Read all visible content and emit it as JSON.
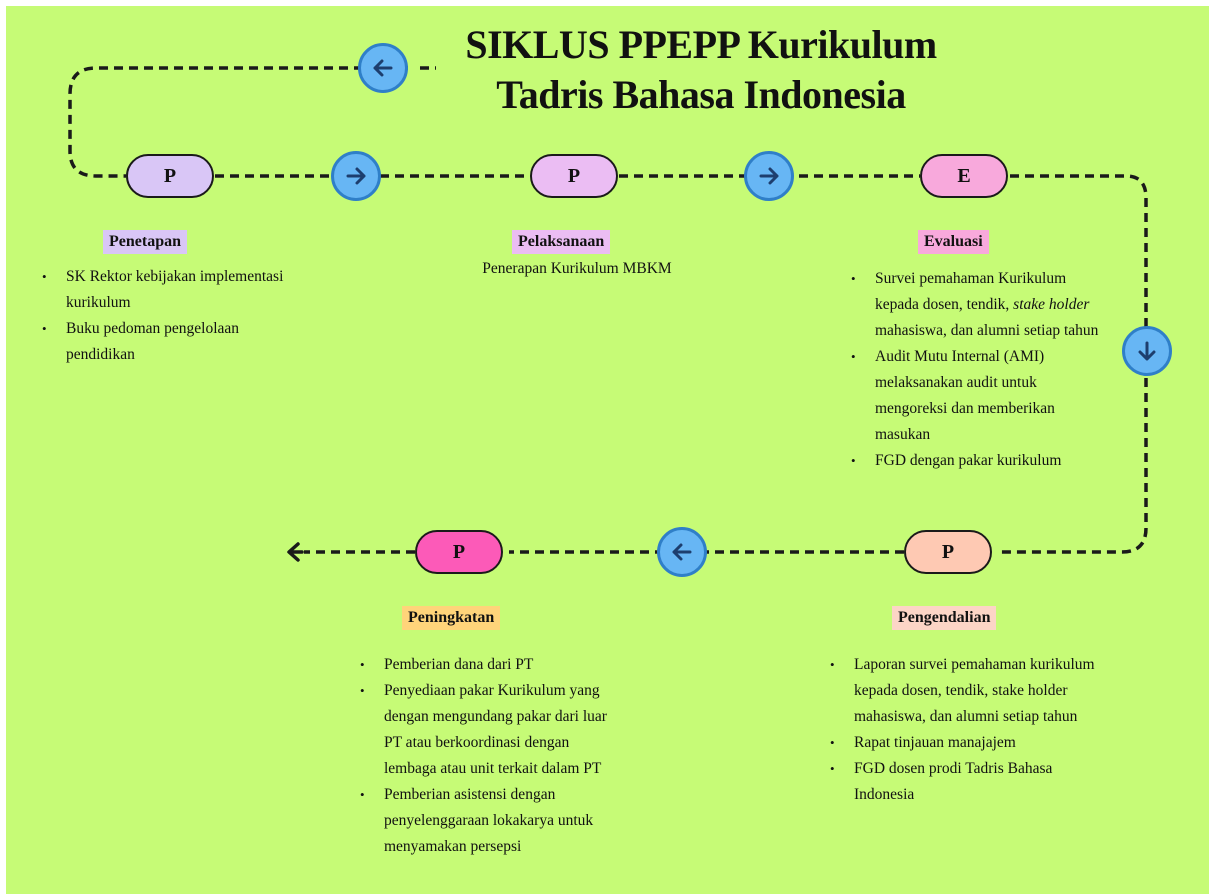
{
  "title": {
    "line1": "SIKLUS PPEPP Kurikulum",
    "line2": "Tadris Bahasa Indonesia"
  },
  "colors": {
    "background": "#c6fb76",
    "arrow_circle": "#67b6f4",
    "node_p1": "#d9c6f6",
    "node_p2": "#ebbdf3",
    "node_e": "#f8a9dc",
    "node_p3": "#fec9b3",
    "node_p4": "#fc5ab8",
    "label_penetapan": "#d9c6f6",
    "label_pelaksanaan": "#ebbdf3",
    "label_evaluasi": "#f8a9dc",
    "label_pengendalian": "#fcd5c6",
    "label_peningkatan": "#ffd47a"
  },
  "nodes": {
    "penetapan": "P",
    "pelaksanaan": "P",
    "evaluasi": "E",
    "pengendalian": "P",
    "peningkatan": "P"
  },
  "stages": {
    "penetapan": {
      "label": "Penetapan",
      "items": [
        "SK Rektor kebijakan implementasi kurikulum",
        "Buku pedoman pengelolaan pendidikan"
      ]
    },
    "pelaksanaan": {
      "label": "Pelaksanaan",
      "text": "Penerapan Kurikulum MBKM"
    },
    "evaluasi": {
      "label": "Evaluasi",
      "item1_a": "Survei pemahaman Kurikulum kepada dosen, tendik,",
      "item1_italic": "stake holder",
      "item1_b": "mahasiswa, dan alumni setiap tahun",
      "items": [
        "Audit Mutu Internal (AMI) melaksanakan audit untuk mengoreksi dan memberikan masukan",
        "FGD dengan pakar kurikulum"
      ]
    },
    "pengendalian": {
      "label": "Pengendalian",
      "items": [
        "Laporan survei pemahaman kurikulum kepada dosen, tendik, stake holder mahasiswa, dan alumni setiap tahun",
        "Rapat tinjauan manajajem",
        "FGD dosen prodi Tadris Bahasa Indonesia"
      ]
    },
    "peningkatan": {
      "label": "Peningkatan",
      "items": [
        "Pemberian dana dari PT",
        "Penyediaan pakar Kurikulum yang dengan mengundang pakar dari luar PT atau berkoordinasi dengan lembaga atau unit terkait dalam PT",
        "Pemberian asistensi dengan penyelenggaraan lokakarya untuk menyamakan persepsi"
      ]
    }
  },
  "arrow_icons": {
    "top": "arrow-left-icon",
    "middle_1": "arrow-right-icon",
    "middle_2": "arrow-right-icon",
    "right": "arrow-down-icon",
    "bottom": "arrow-left-icon"
  }
}
